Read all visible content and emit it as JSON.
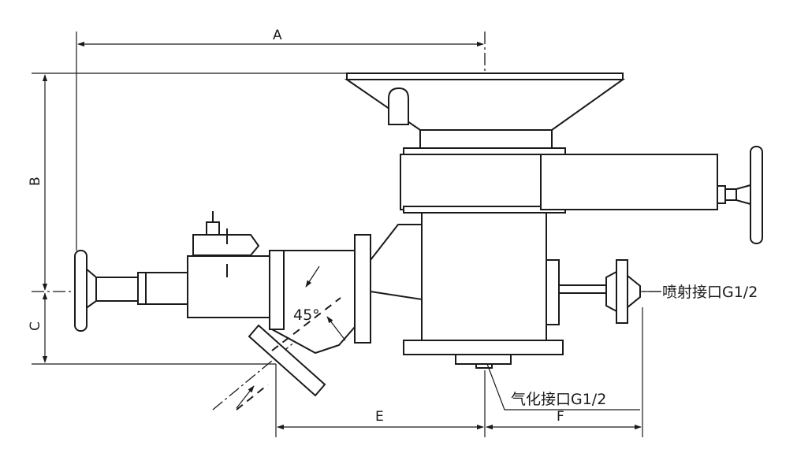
{
  "dimensions": {
    "A": "A",
    "B": "B",
    "C": "C",
    "E": "E",
    "F": "F"
  },
  "angle_label": "45°",
  "callouts": {
    "spray_port": "喷射接口G1/2",
    "gas_port": "气化接口G1/2"
  },
  "colors": {
    "line": "#1a1a1a",
    "background": "#ffffff"
  }
}
